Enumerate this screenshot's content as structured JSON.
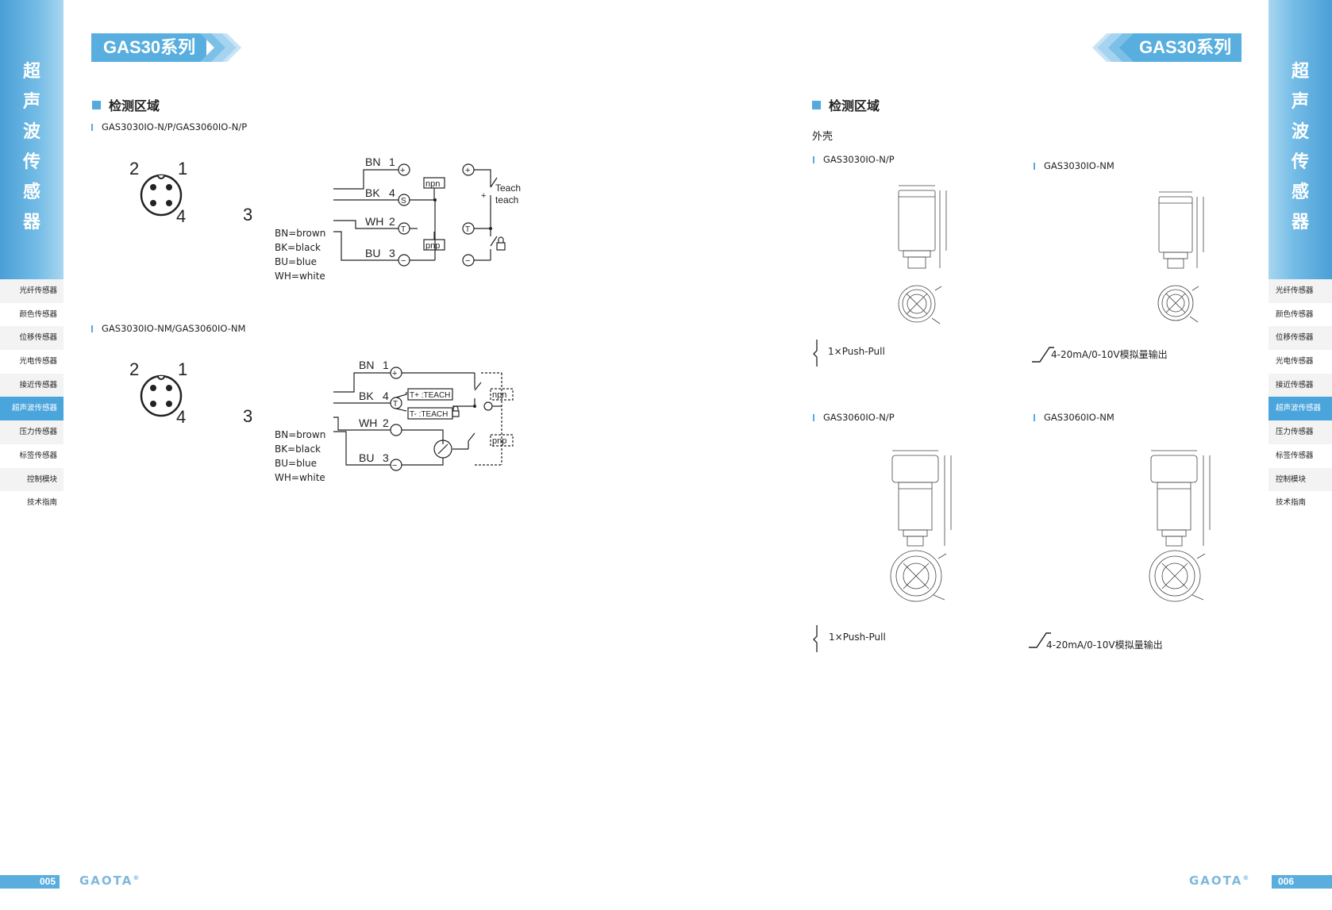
{
  "sidebar": {
    "vertical_title": [
      "超",
      "声",
      "波",
      "传",
      "感",
      "器"
    ],
    "categories": [
      "光纤传感器",
      "颜色传感器",
      "位移传感器",
      "光电传感器",
      "接近传感器",
      "超声波传感器",
      "压力传感器",
      "标签传感器",
      "控制模块",
      "技术指南"
    ],
    "active_index": 5
  },
  "left_page": {
    "header": "GAS30系列",
    "section_title": "检测区域",
    "wiring": [
      {
        "model": "GAS3030IO-N/P/GAS3060IO-N/P",
        "pins": [
          "2",
          "1",
          "4",
          "3"
        ],
        "wires": [
          {
            "label": "BN",
            "num": "1",
            "sym": "+"
          },
          {
            "label": "BK",
            "num": "4",
            "sym": "S"
          },
          {
            "label": "WH",
            "num": "2",
            "sym": "T"
          },
          {
            "label": "BU",
            "num": "3",
            "sym": "−"
          }
        ],
        "boxes": [
          "npn",
          "pnp"
        ],
        "teach": [
          "Teach",
          "teach"
        ],
        "legend": [
          "BN=brown",
          "BK=black",
          "BU=blue",
          "WH=white"
        ]
      },
      {
        "model": "GAS3030IO-NM/GAS3060IO-NM",
        "pins": [
          "2",
          "1",
          "4",
          "3"
        ],
        "wires": [
          {
            "label": "BN",
            "num": "1",
            "sym": "+"
          },
          {
            "label": "BK",
            "num": "4",
            "sym": "T"
          },
          {
            "label": "WH",
            "num": "2",
            "sym": ""
          },
          {
            "label": "BU",
            "num": "3",
            "sym": "−"
          }
        ],
        "teach_boxes": [
          "T+ :TEACH",
          "T- :TEACH"
        ],
        "boxes": [
          "npn",
          "pnp"
        ],
        "legend": [
          "BN=brown",
          "BK=black",
          "BU=blue",
          "WH=white"
        ]
      }
    ],
    "page_number": "005"
  },
  "right_page": {
    "header": "GAS30系列",
    "section_title": "检测区域",
    "housing_label": "外壳",
    "products": [
      {
        "model": "GAS3030IO-N/P",
        "output": "1×Push-Pull"
      },
      {
        "model": "GAS3030IO-NM",
        "output": "4-20mA/0-10V模拟量输出"
      },
      {
        "model": "GAS3060IO-N/P",
        "output": "1×Push-Pull"
      },
      {
        "model": "GAS3060IO-NM",
        "output": "4-20mA/0-10V模拟量输出"
      }
    ],
    "page_number": "006"
  },
  "brand": {
    "logo": "GAOTA",
    "reg": "®"
  },
  "colors": {
    "accent": "#58aede",
    "band_dark": "#4a9fd6",
    "band_light": "#a9d6f0",
    "active_cat": "#4aa5dc"
  }
}
